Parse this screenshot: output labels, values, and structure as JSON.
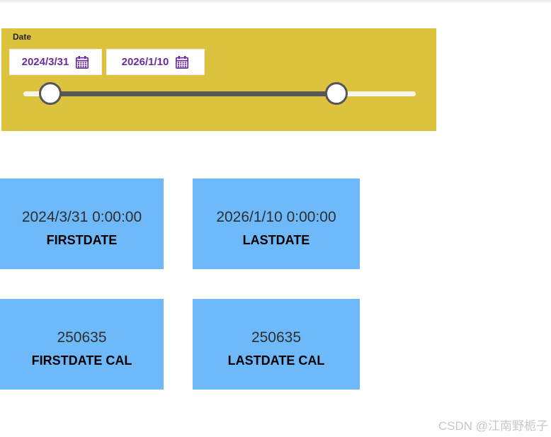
{
  "slicer": {
    "title": "Date",
    "start_date": "2024/3/31",
    "end_date": "2026/1/10"
  },
  "cards": {
    "firstdate": {
      "value": "2024/3/31 0:00:00",
      "label": "FIRSTDATE"
    },
    "lastdate": {
      "value": "2026/1/10 0:00:00",
      "label": "LASTDATE"
    },
    "firstdate_cal": {
      "value": "250635",
      "label": "FIRSTDATE CAL"
    },
    "lastdate_cal": {
      "value": "250635",
      "label": "LASTDATE CAL"
    }
  },
  "colors": {
    "slicer_background": "#DCC23D",
    "card_background": "#6DB9FA",
    "slicer_date_text": "#6B2C9B",
    "slider_range_track": "#565656",
    "slider_outer_track": "#F7F4EA"
  },
  "watermark": "CSDN @江南野栀子"
}
